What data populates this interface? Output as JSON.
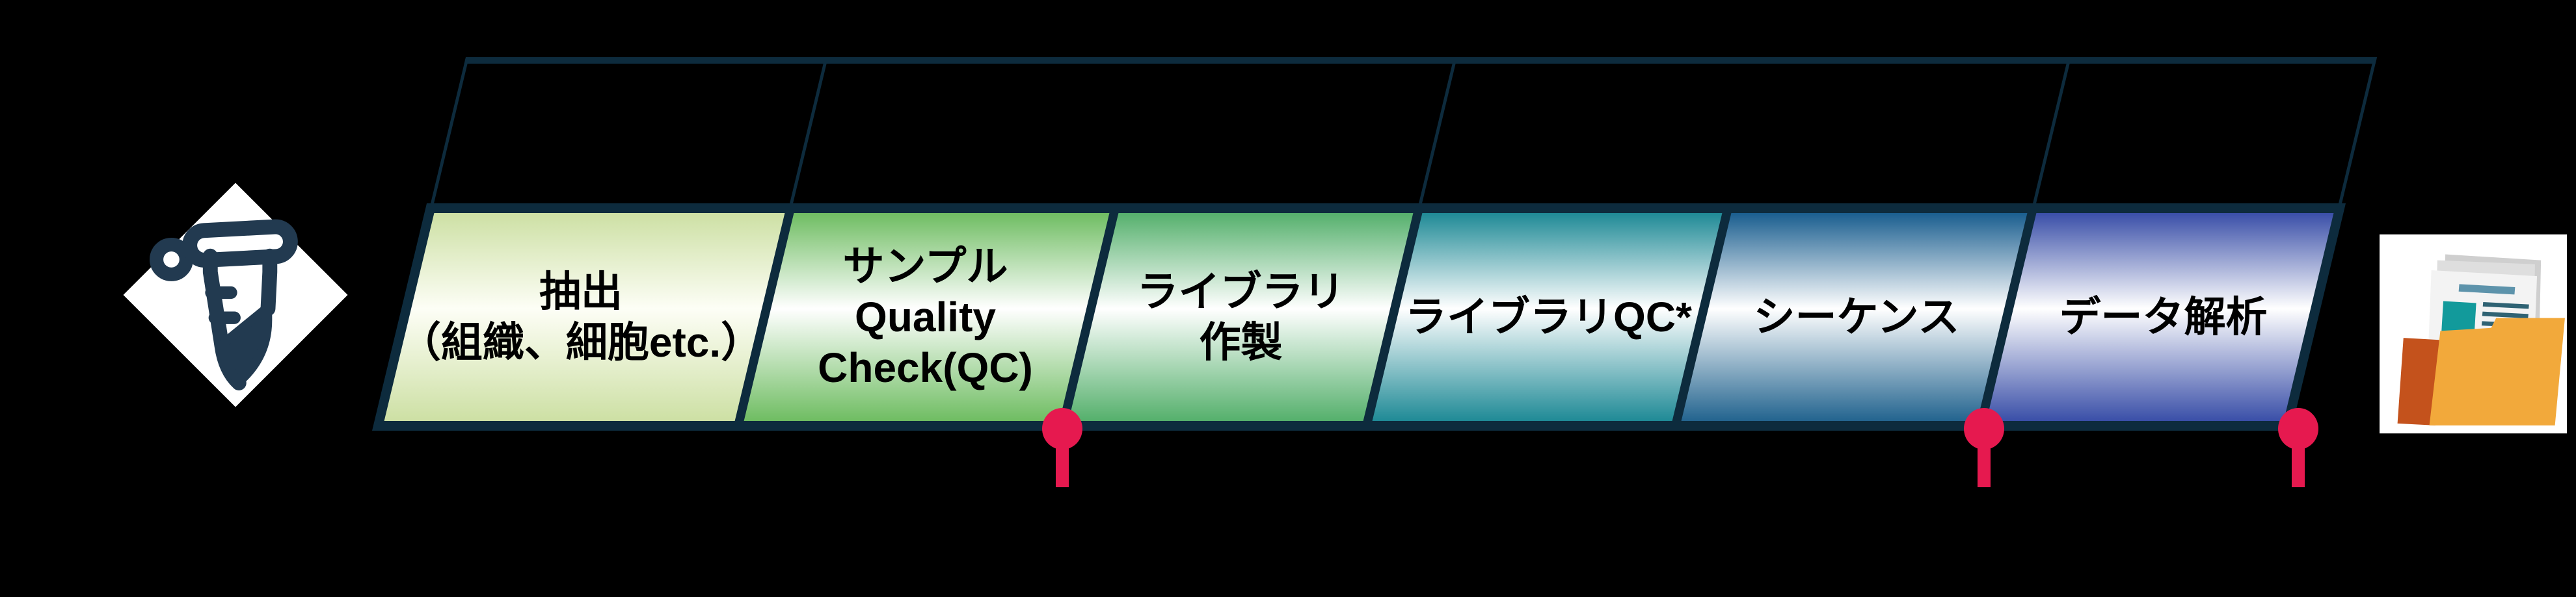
{
  "diagram": {
    "type": "workflow",
    "background": "#000000",
    "steps": [
      {
        "id": "extraction",
        "lines": [
          "抽出",
          "（組織、細胞etc.）"
        ],
        "color": "#cde0a4"
      },
      {
        "id": "sample-qc",
        "lines": [
          "サンプル",
          "Quality",
          "Check(QC)"
        ],
        "color": "#6fbd62"
      },
      {
        "id": "library-prep",
        "lines": [
          "ライブラリ",
          "作製"
        ],
        "color": "#55b06c"
      },
      {
        "id": "library-qc",
        "lines": [
          "ライブラリQC*"
        ],
        "color": "#1f8a96"
      },
      {
        "id": "sequencing",
        "lines": [
          "シーケンス"
        ],
        "color": "#1a5e8f"
      },
      {
        "id": "data-analysis",
        "lines": [
          "データ解析"
        ],
        "color": "#3a4fa8"
      }
    ],
    "header_cells": 4,
    "milestone_markers": {
      "count": 3,
      "color": "#e6194f",
      "positions": [
        "below end of サンプルQuality Check(QC)",
        "below end of シーケンス",
        "below end of データ解析"
      ]
    },
    "icons": {
      "start": "test-tube-icon",
      "end": "folder-documents-icon"
    },
    "colors": {
      "outline_navy": "#0d2b3d",
      "pin_red": "#e6194f",
      "folder_front": "#f2a93b",
      "folder_back": "#c4521c",
      "document_teal": "#129a9b",
      "document_text": "#2f6273",
      "document_bar": "#5d93ab",
      "tube_icon": "#223a50"
    }
  }
}
